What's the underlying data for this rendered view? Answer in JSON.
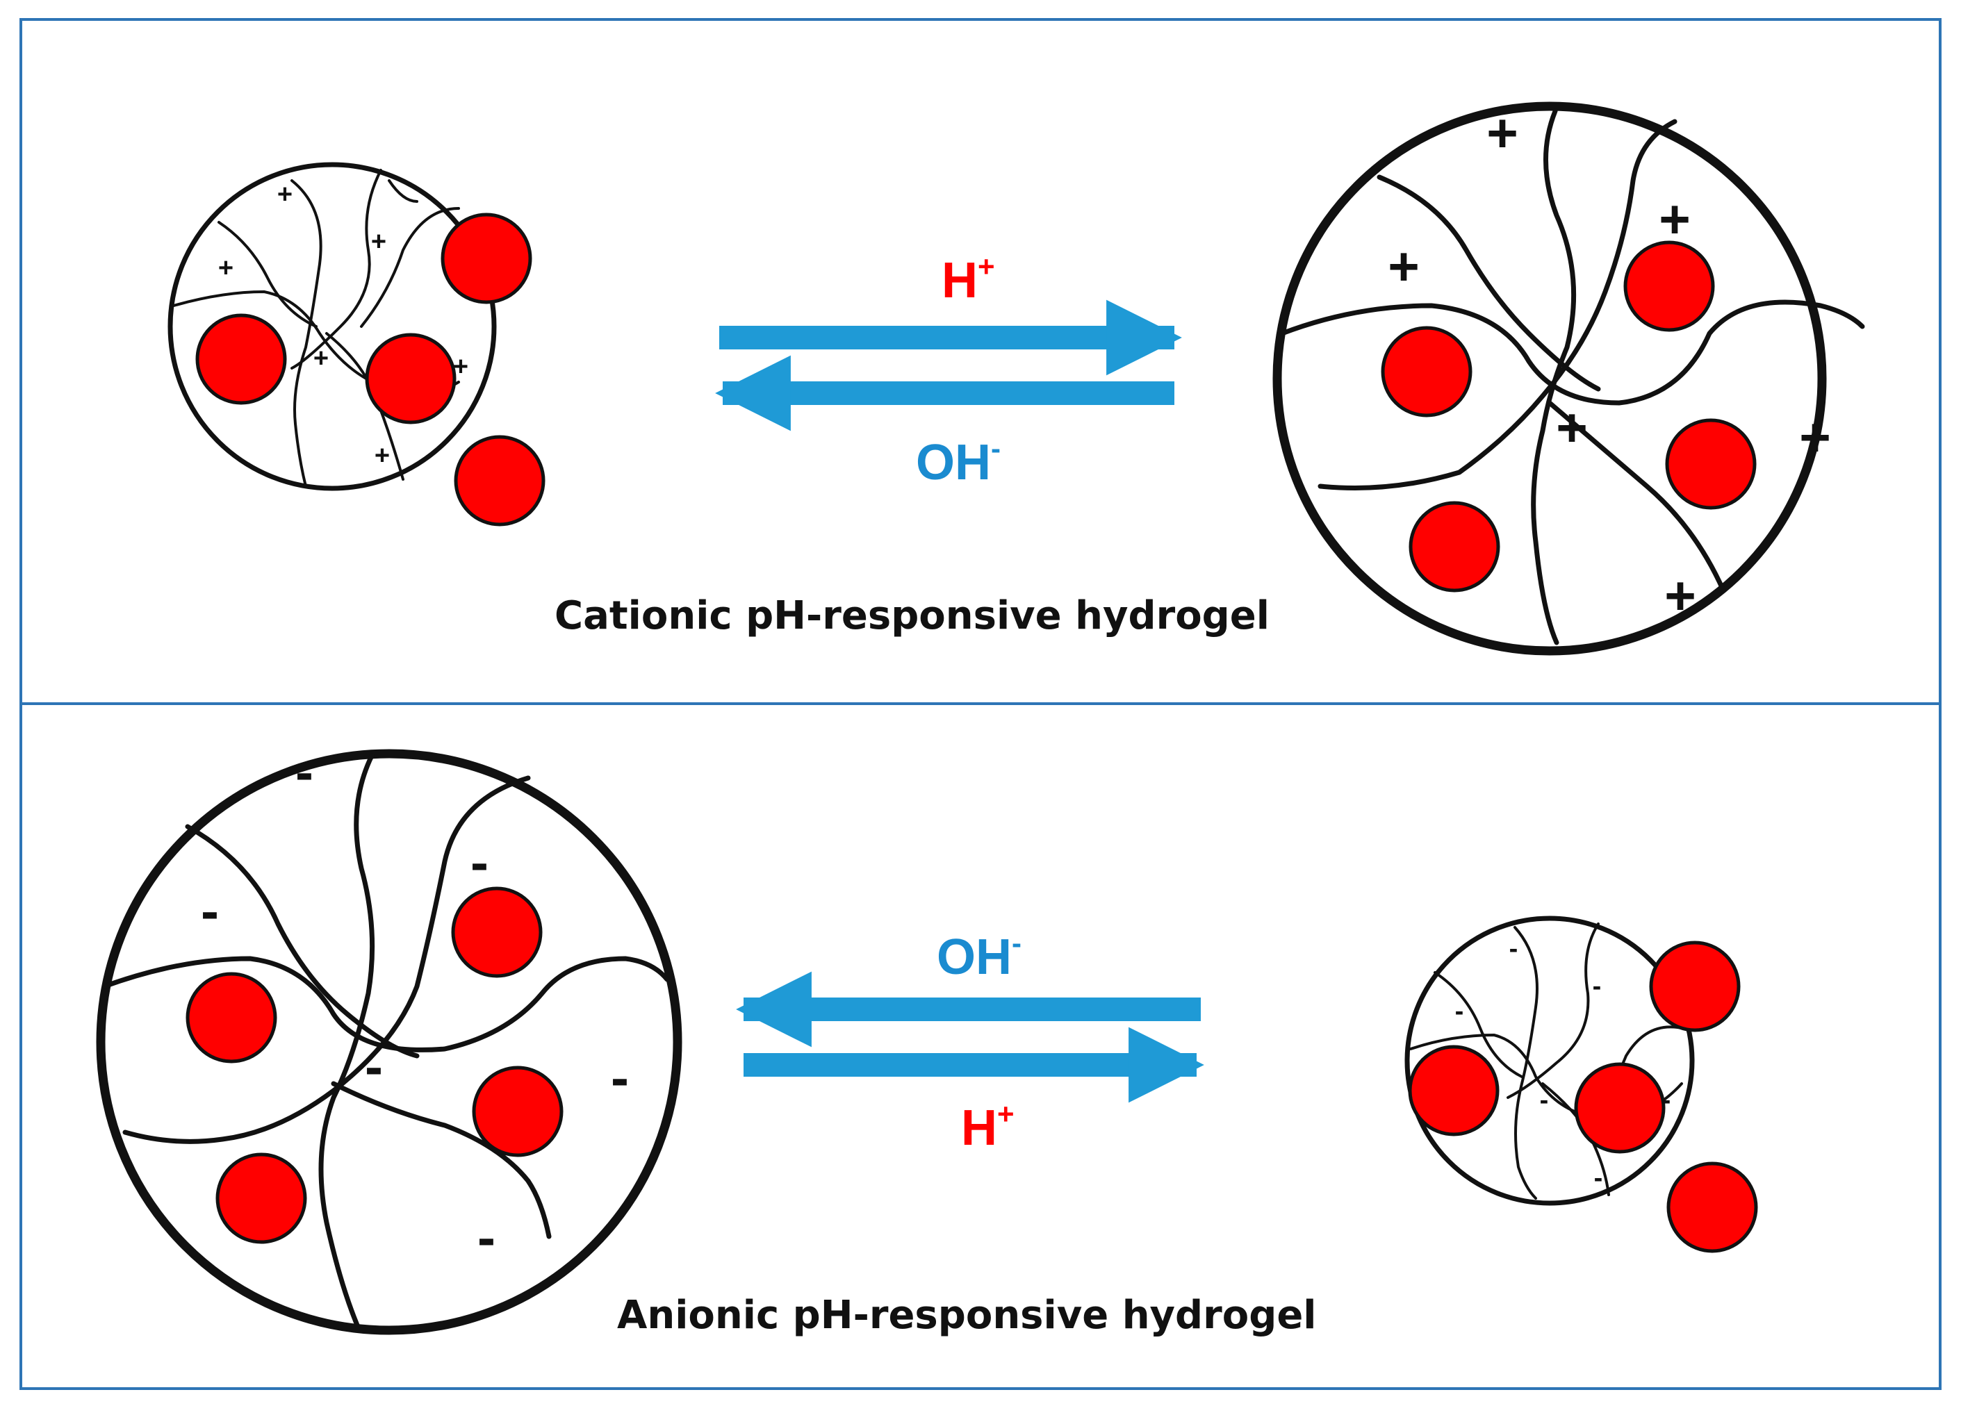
{
  "panels": [
    {
      "caption": "Cationic pH-responsive hydrogel",
      "forward_ion": {
        "label": "H",
        "charge": "+"
      },
      "reverse_ion": {
        "label": "OH",
        "charge": "-"
      },
      "charge_sign": "+"
    },
    {
      "caption": "Anionic pH-responsive hydrogel",
      "forward_ion": {
        "label": "OH",
        "charge": "-"
      },
      "reverse_ion": {
        "label": "H",
        "charge": "+"
      },
      "charge_sign": "-"
    }
  ],
  "colors": {
    "frame": "#2e75b6",
    "arrow": "#1f9ad6",
    "h_ion": "#ff0000",
    "oh_ion": "#1a8bd0",
    "drug": "#ff0000",
    "network": "#111111"
  }
}
